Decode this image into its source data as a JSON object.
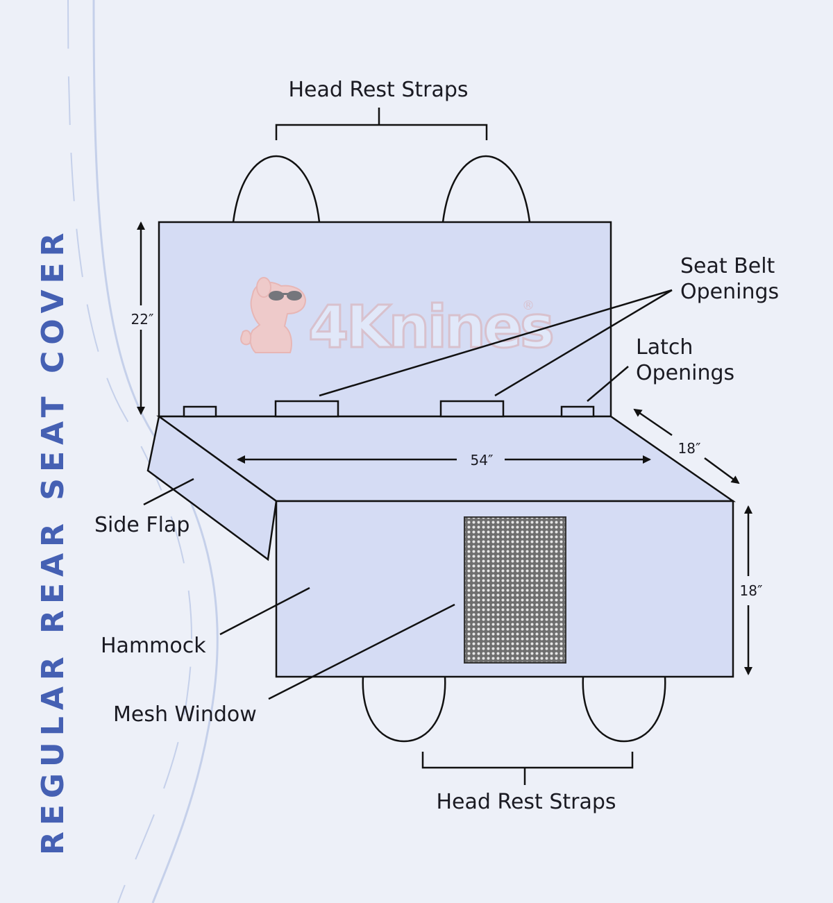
{
  "title": "REGULAR REAR SEAT COVER",
  "watermark": {
    "brand": "4Knines",
    "registered": "®"
  },
  "labels": {
    "head_rest_straps_top": "Head Rest Straps",
    "head_rest_straps_bottom": "Head Rest Straps",
    "seat_belt_openings": [
      "Seat Belt",
      "Openings"
    ],
    "latch_openings": [
      "Latch",
      "Openings"
    ],
    "side_flap": "Side Flap",
    "hammock": "Hammock",
    "mesh_window": "Mesh Window"
  },
  "dimensions": {
    "back_height": "22″",
    "width": "54″",
    "seat_depth": "18″",
    "front_drop": "18″"
  },
  "colors": {
    "background": "#edf0f8",
    "panel_fill": "#d5dcf4",
    "outline": "#111111",
    "title": "#4560b3",
    "watermark": "#f2b3aa",
    "mesh": "#7a7a7a"
  }
}
